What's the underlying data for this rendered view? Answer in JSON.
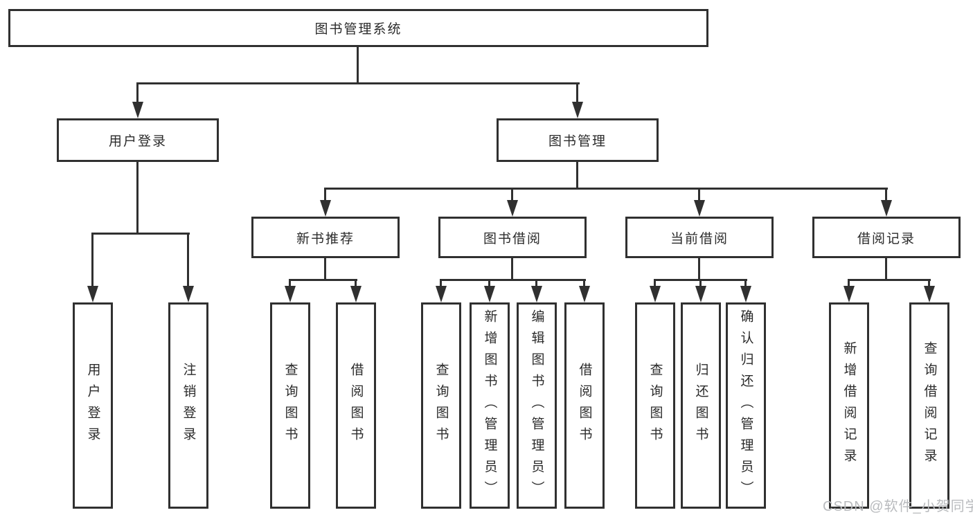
{
  "tree": {
    "root": {
      "label": "图书管理系统"
    },
    "branches": [
      {
        "label": "用户登录",
        "children": [
          {
            "label": "用户登录"
          },
          {
            "label": "注销登录"
          }
        ]
      },
      {
        "label": "图书管理",
        "children": [
          {
            "label": "新书推荐",
            "children": [
              {
                "label": "查询图书"
              },
              {
                "label": "借阅图书"
              }
            ]
          },
          {
            "label": "图书借阅",
            "children": [
              {
                "label": "查询图书"
              },
              {
                "label": "新增图书（管理员）"
              },
              {
                "label": "编辑图书（管理员）"
              },
              {
                "label": "借阅图书"
              }
            ]
          },
          {
            "label": "当前借阅",
            "children": [
              {
                "label": "查询图书"
              },
              {
                "label": "归还图书"
              },
              {
                "label": "确认归还（管理员）"
              }
            ]
          },
          {
            "label": "借阅记录",
            "children": [
              {
                "label": "新增借阅记录"
              },
              {
                "label": "查询借阅记录"
              }
            ]
          }
        ]
      }
    ]
  },
  "watermark": {
    "text": "CSDN @软件_小贺同学",
    "color": "#b9bbbe"
  },
  "colors": {
    "line": "#303030",
    "text": "#2b2b2b",
    "box_fill": "#ffffff",
    "background": "#ffffff"
  }
}
